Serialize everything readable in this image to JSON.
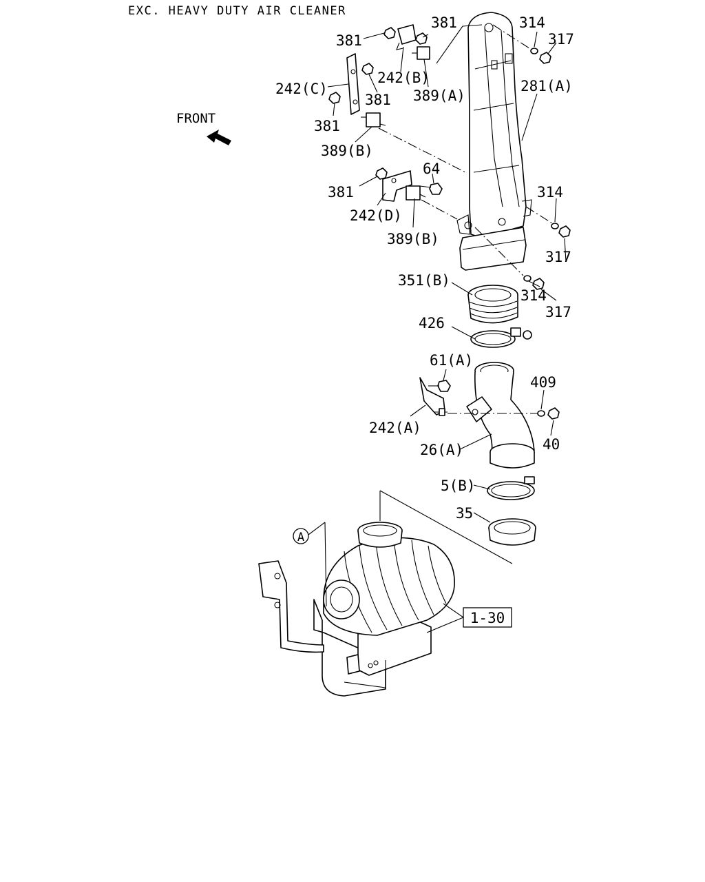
{
  "title": "EXC. HEAVY DUTY AIR CLEANER",
  "direction_label": "FRONT",
  "ref_box": "1-30",
  "circle_ref": "A",
  "labels": {
    "nut_381_top": "381",
    "nut_381_top2": "381",
    "washer_314_top": "314",
    "nut_317_top": "317",
    "bracket_242B": "242(B)",
    "bracket_242C": "242(C)",
    "nut_381_mid": "381",
    "mount_389A": "389(A)",
    "duct_281A": "281(A)",
    "nut_381_left": "381",
    "mount_389B_top": "389(B)",
    "bolt_64": "64",
    "nut_381_lower": "381",
    "washer_314_mid": "314",
    "bracket_242D": "242(D)",
    "mount_389B_lower": "389(B)",
    "nut_317_mid": "317",
    "bellows_351B": "351(B)",
    "washer_314_low": "314",
    "nut_317_low": "317",
    "clamp_426": "426",
    "bolt_61A": "61(A)",
    "washer_409": "409",
    "bracket_242A": "242(A)",
    "nut_40": "40",
    "elbow_26A": "26(A)",
    "clamp_5B": "5(B)",
    "ring_35": "35"
  }
}
